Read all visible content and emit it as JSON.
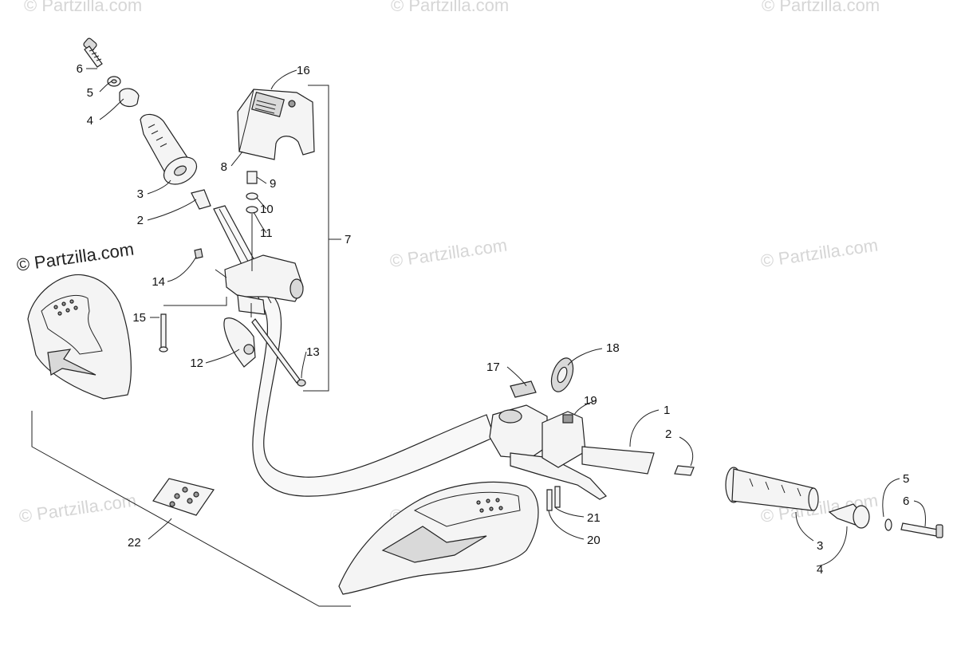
{
  "watermark": {
    "brand_text": "© Partzilla.com",
    "faint_text": "© Partzilla.com"
  },
  "labels": {
    "l1": "1",
    "l2a": "2",
    "l2b": "2",
    "l3a": "3",
    "l3b": "3",
    "l4a": "4",
    "l4b": "4",
    "l5a": "5",
    "l5b": "5",
    "l6a": "6",
    "l6b": "6",
    "l7": "7",
    "l8": "8",
    "l9": "9",
    "l10": "10",
    "l11": "11",
    "l12": "12",
    "l13": "13",
    "l14": "14",
    "l15": "15",
    "l16": "16",
    "l17": "17",
    "l18": "18",
    "l19": "19",
    "l20": "20",
    "l21": "21",
    "l22": "22"
  }
}
